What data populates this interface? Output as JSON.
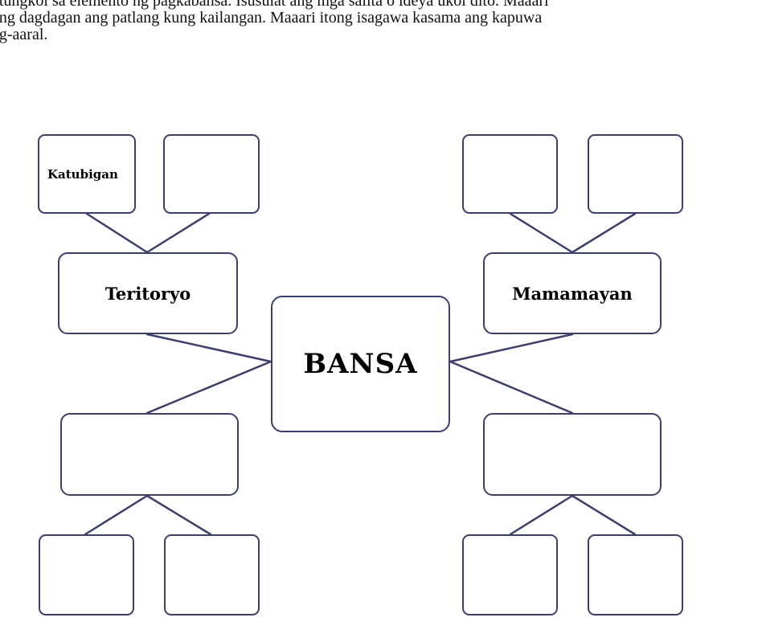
{
  "instructions": {
    "line1": "atungkol sa elemento ng pagkabansa. Isusulat ang mga salita o ideya ukol dito. Maaari",
    "line2": "ang dagdagan ang patlang kung kailangan. Maaari itong isagawa kasama ang kapuwa",
    "line3": "ag-aaral."
  },
  "diagram": {
    "center": "BANSA",
    "top_left_mid": "Teritoryo",
    "top_right_mid": "Mamamayan",
    "bottom_left_mid": "",
    "bottom_right_mid": "",
    "leaves": {
      "tl_1": "Katubigan",
      "tl_2": "",
      "tr_1": "",
      "tr_2": "",
      "bl_1": "",
      "bl_2": "",
      "br_1": "",
      "br_2": ""
    }
  },
  "colors": {
    "box_border": "#3c3f6e",
    "connector": "#3c3f6e"
  }
}
